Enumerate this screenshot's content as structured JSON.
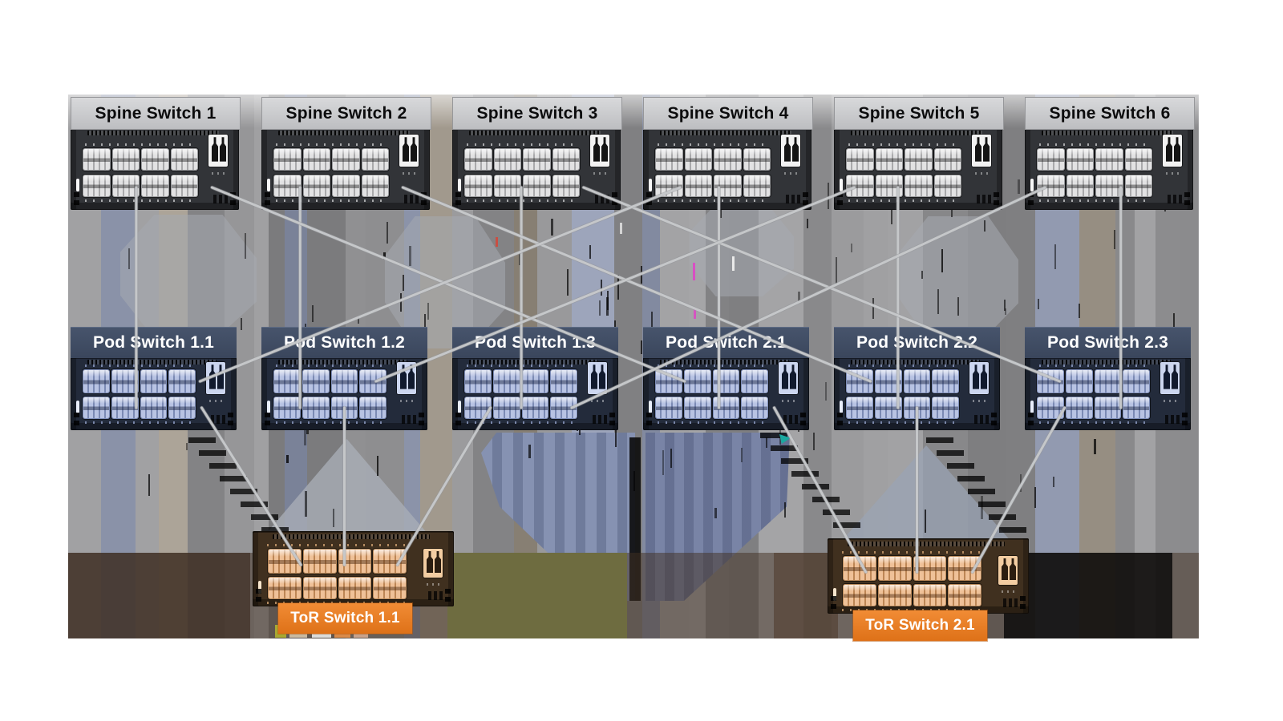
{
  "diagram": {
    "type": "network-topology",
    "description": "Spine / Pod / ToR switch fabric",
    "layers": [
      {
        "name": "spine",
        "switches": [
          {
            "id": "spine-1",
            "label": "Spine Switch 1"
          },
          {
            "id": "spine-2",
            "label": "Spine Switch 2"
          },
          {
            "id": "spine-3",
            "label": "Spine Switch 3"
          },
          {
            "id": "spine-4",
            "label": "Spine Switch 4"
          },
          {
            "id": "spine-5",
            "label": "Spine Switch 5"
          },
          {
            "id": "spine-6",
            "label": "Spine Switch 6"
          }
        ]
      },
      {
        "name": "pod",
        "switches": [
          {
            "id": "pod-1.1",
            "label": "Pod Switch 1.1"
          },
          {
            "id": "pod-1.2",
            "label": "Pod Switch 1.2"
          },
          {
            "id": "pod-1.3",
            "label": "Pod Switch 1.3"
          },
          {
            "id": "pod-2.1",
            "label": "Pod Switch 2.1"
          },
          {
            "id": "pod-2.2",
            "label": "Pod Switch 2.2"
          },
          {
            "id": "pod-2.3",
            "label": "Pod Switch 2.3"
          }
        ]
      },
      {
        "name": "tor",
        "switches": [
          {
            "id": "tor-1.1",
            "label": "ToR Switch 1.1"
          },
          {
            "id": "tor-2.1",
            "label": "ToR Switch 2.1"
          }
        ]
      }
    ],
    "links": [
      {
        "from": "spine-1",
        "to": "pod-1.1"
      },
      {
        "from": "spine-2",
        "to": "pod-1.2"
      },
      {
        "from": "spine-3",
        "to": "pod-1.3"
      },
      {
        "from": "spine-4",
        "to": "pod-2.1"
      },
      {
        "from": "spine-5",
        "to": "pod-2.2"
      },
      {
        "from": "spine-6",
        "to": "pod-2.3"
      },
      {
        "from": "spine-1",
        "to": "pod-2.1"
      },
      {
        "from": "spine-2",
        "to": "pod-2.2"
      },
      {
        "from": "spine-3",
        "to": "pod-2.3"
      },
      {
        "from": "spine-4",
        "to": "pod-1.1"
      },
      {
        "from": "spine-5",
        "to": "pod-1.2"
      },
      {
        "from": "spine-6",
        "to": "pod-1.3"
      },
      {
        "from": "pod-1.1",
        "to": "tor-1.1"
      },
      {
        "from": "pod-1.2",
        "to": "tor-1.1"
      },
      {
        "from": "pod-1.3",
        "to": "tor-1.1"
      },
      {
        "from": "pod-2.1",
        "to": "tor-2.1"
      },
      {
        "from": "pod-2.2",
        "to": "tor-2.1"
      },
      {
        "from": "pod-2.3",
        "to": "tor-2.1"
      }
    ],
    "colors": {
      "spine_label_bg": "#c9cacc",
      "spine_label_text": "#0c0c0d",
      "pod_label_bg": "#3e4b61",
      "pod_label_text": "#ffffff",
      "tor_label_bg": "#e87b26",
      "tor_label_text": "#ffffff",
      "spine_body": "#323438",
      "pod_body": "#232b3b",
      "tor_body": "#40301f",
      "link_line": "#c7c9cb"
    }
  }
}
